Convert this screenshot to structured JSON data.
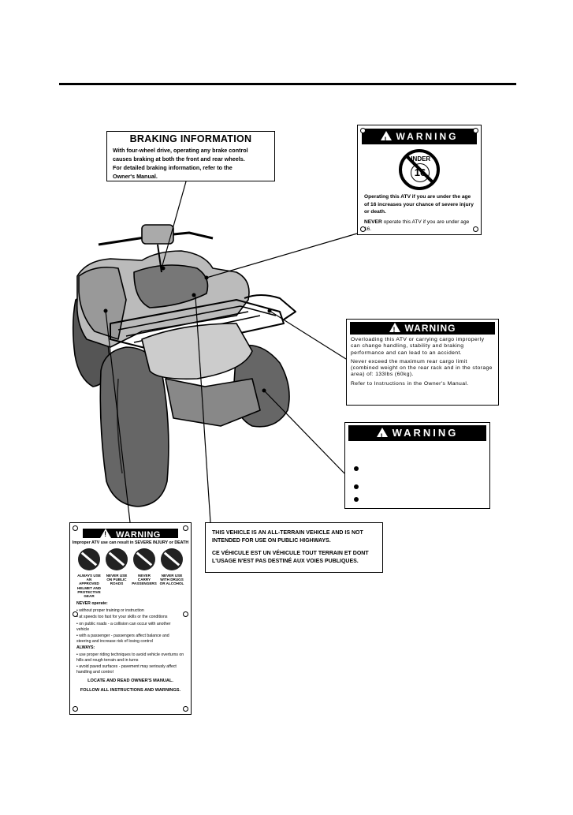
{
  "braking_label": {
    "title": "BRAKING  INFORMATION",
    "lines": [
      "With four-wheel drive, operating any brake control",
      "causes braking at both the front and rear wheels.",
      "For detailed braking information, refer to the",
      "Owner's  Manual."
    ]
  },
  "age_label": {
    "heading": "WARNING",
    "symbol_top": "UNDER",
    "symbol_number": "16",
    "text1": "Operating this ATV if you are under the age of 16 increases your chance of severe injury or death.",
    "never_word": "NEVER",
    "text2": "operate this ATV if you are under age 16."
  },
  "cargo_label": {
    "heading": "WARNING",
    "p1": "Overloading this ATV or carrying cargo improperly can change handling, stability and braking performance and can lead to an accident.",
    "p2": "Never exceed the maximum rear cargo limit (combined weight on the rear rack and in the storage area) of:  133lbs  (60kg).",
    "p3": "Refer to Instructions in the Owner's Manual."
  },
  "blank_label": {
    "heading": "WARNING"
  },
  "main_label": {
    "heading": "WARNING",
    "subheading": "Improper ATV use can result in SEVERE INJURY or DEATH",
    "icons": [
      {
        "caption": "ALWAYS USE AN APPROVED HELMET AND PROTECTIVE GEAR",
        "icon": "helmet-icon"
      },
      {
        "caption": "NEVER USE ON PUBLIC ROADS",
        "icon": "no-roads-icon"
      },
      {
        "caption": "NEVER CARRY PASSENGERS",
        "icon": "no-passengers-icon"
      },
      {
        "caption": "NEVER USE WITH DRUGS OR ALCOHOL",
        "icon": "no-alcohol-icon"
      }
    ],
    "never_heading": "NEVER operate:",
    "never_items": [
      "• without proper training or instruction",
      "• at speeds too fast for your skills or the conditions",
      "• on public roads - a collision can occur with another vehicle",
      "• with a passenger - passengers affect balance and steering and increase risk of losing control"
    ],
    "always_heading": "ALWAYS:",
    "always_items": [
      "• use proper riding techniques to avoid vehicle overturns on hills and rough terrain and in turns",
      "• avoid paved surfaces - pavement may seriously affect handling and control"
    ],
    "footer1": "LOCATE AND READ OWNER'S MANUAL.",
    "footer2": "FOLLOW ALL INSTRUCTIONS AND WARNINGS."
  },
  "road_label": {
    "line1": "THIS VEHICLE IS AN ALL-TERRAIN VEHICLE AND IS NOT",
    "line2": "INTENDED FOR USE ON PUBLIC HIGHWAYS.",
    "line3": "CE VÉHICULE EST UN VÉHICULE TOUT TERRAIN ET DONT",
    "line4": "L'USAGE N'EST PAS DESTINÉ AUX VOIES PUBLIQUES."
  }
}
